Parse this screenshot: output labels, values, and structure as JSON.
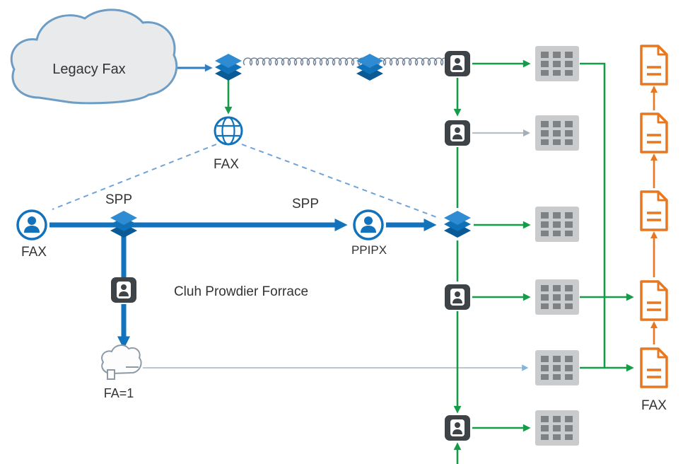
{
  "diagram": {
    "labels": {
      "legacy_fax": "Legacy Fax",
      "globe_fax": "FAX",
      "spp_left": "SPP",
      "left_fax": "FAX",
      "spp_mid": "SPP",
      "ppipx": "PPIPX",
      "provider_caption": "Cluh Prowdier Forrace",
      "fa1": "FA=1",
      "output_fax": "FAX"
    },
    "colors": {
      "blue": "#1272bb",
      "green": "#169b48",
      "orange": "#e87722",
      "gray": "#c9cbcc",
      "dark": "#3e4347"
    },
    "icons": {
      "cloud": "cloud-shape",
      "switch": "stacked-layers-diamond",
      "globe": "globe-grid",
      "user": "person-in-circle",
      "agent_badge": "person-badge-dark",
      "server": "server-grid-gray",
      "document": "fax-document-orange",
      "fax_device": "small-cloud-device",
      "coil": "coiled-cable-line"
    }
  }
}
